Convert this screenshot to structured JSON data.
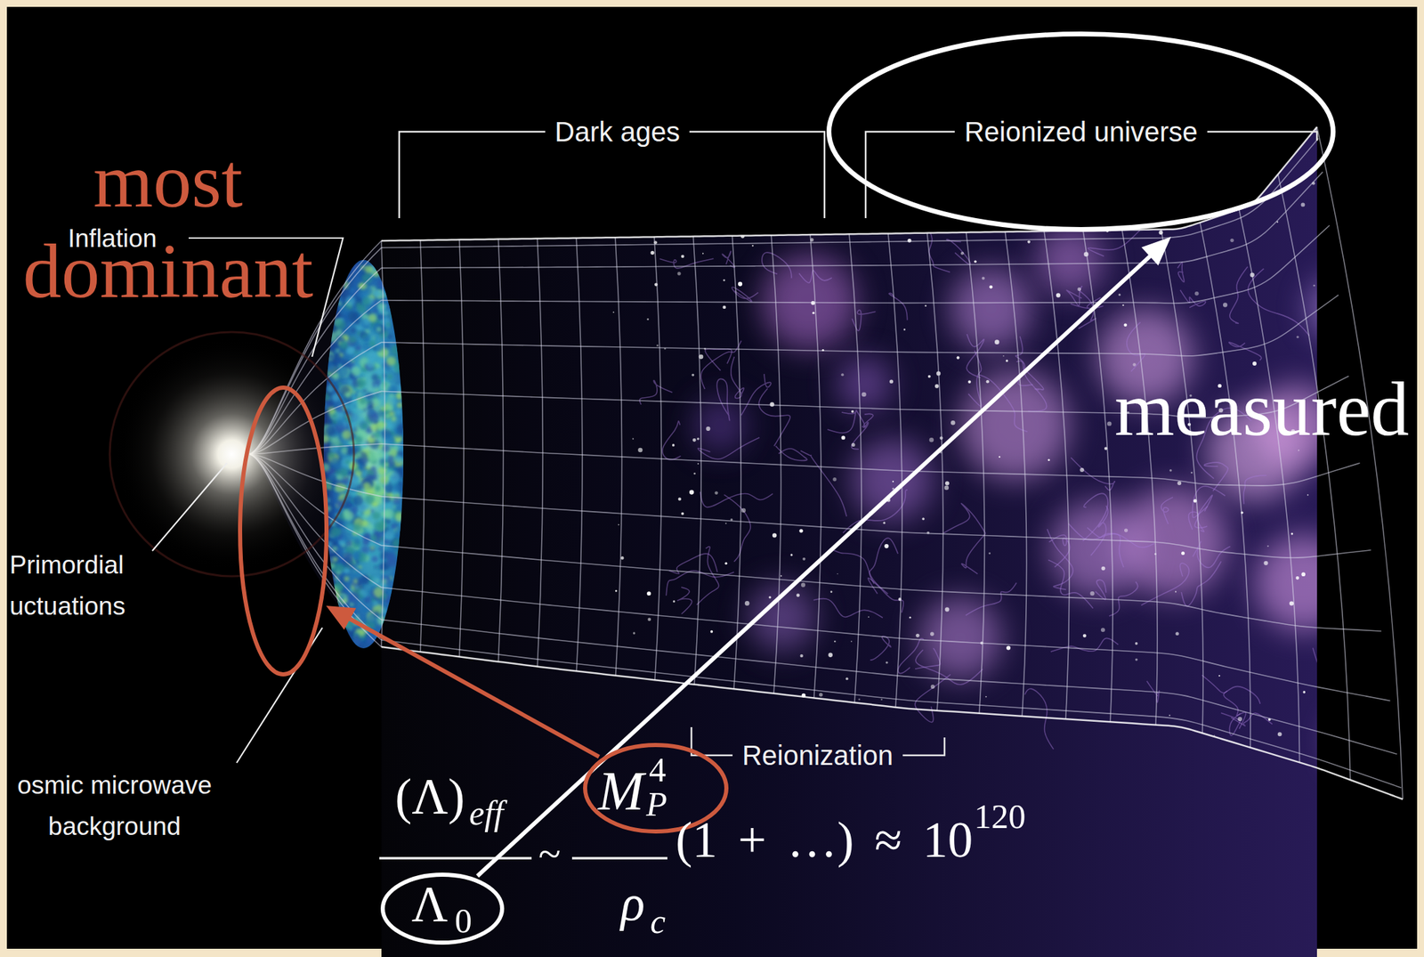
{
  "diagram": {
    "nodes": [
      {
        "text": [
          "Reionized universe"
        ]
      },
      {
        "text": [
          "most dominant"
        ]
      },
      {
        "text": [
          "M",
          "P",
          "4"
        ]
      },
      {
        "text": [
          "Λ",
          "0"
        ]
      }
    ],
    "edges": [
      {
        "from": 3,
        "to": 0,
        "arrow": "to",
        "label": "measured"
      },
      {
        "from": 2,
        "to": 1,
        "arrow": "to"
      }
    ],
    "labels": [
      "Dark ages",
      "Inflation",
      "Primordial uctuations",
      "osmic microwave background",
      "Reionization",
      "(Λ)",
      "eff",
      "~",
      "(1 + …) ≈ 10",
      "120",
      "ρ",
      "c"
    ]
  }
}
